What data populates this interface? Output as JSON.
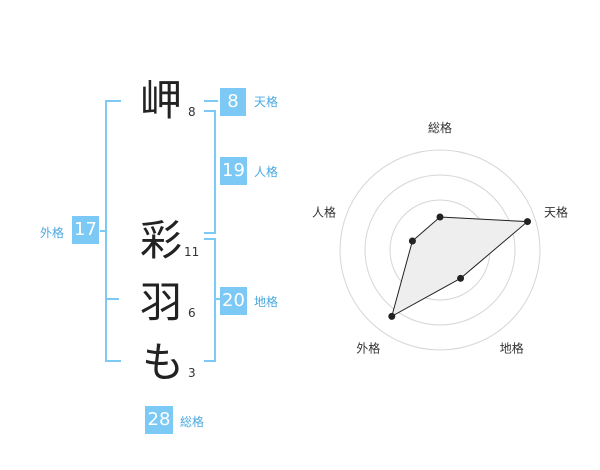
{
  "characters": [
    {
      "char": "岬",
      "strokes": "8"
    },
    {
      "char": "彩",
      "strokes": "11"
    },
    {
      "char": "羽",
      "strokes": "6"
    },
    {
      "char": "も",
      "strokes": "3"
    }
  ],
  "kaku": {
    "tenkaku": {
      "value": "8",
      "label": "天格"
    },
    "jinkaku": {
      "value": "19",
      "label": "人格"
    },
    "chikaku": {
      "value": "20",
      "label": "地格"
    },
    "gaikaku": {
      "value": "17",
      "label": "外格"
    },
    "soukaku": {
      "value": "28",
      "label": "総格"
    }
  },
  "colors": {
    "accent": "#7cc9f5",
    "label": "#4aa9e0"
  },
  "chart_data": {
    "type": "radar",
    "axes": [
      "総格",
      "天格",
      "地格",
      "外格",
      "人格"
    ],
    "values": [
      0.33,
      0.92,
      0.35,
      0.82,
      0.29
    ],
    "grid": true
  }
}
